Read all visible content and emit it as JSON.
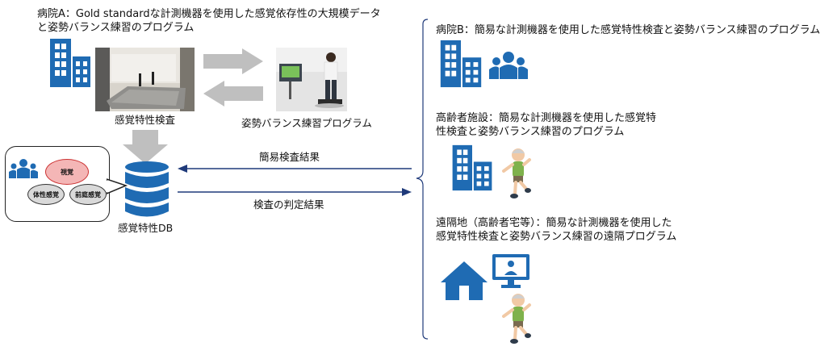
{
  "hospital_a": {
    "title_line1": "病院A：Gold standardな計測機器を使用した感覚依存性の大規模データ",
    "title_line2": "と姿勢バランス練習のプログラム",
    "photo_left_caption": "感覚特性検査",
    "photo_right_caption": "姿勢バランス練習プログラム"
  },
  "db": {
    "label": "感覚特性DB",
    "senses": {
      "visual": "視覚",
      "somatosensory": "体性感覚",
      "vestibular": "前庭感覚"
    }
  },
  "arrows": {
    "simple_result": "簡易検査結果",
    "judgement_result": "検査の判定結果"
  },
  "sites": [
    {
      "title_line1": "病院B：簡易な計測機器を使用した感覚特性検査と姿勢バランス練習のプログラム",
      "title_line2": ""
    },
    {
      "title_line1": "高齢者施設：簡易な計測機器を使用した感覚特",
      "title_line2": "性検査と姿勢バランス練習のプログラム"
    },
    {
      "title_line1": "遠隔地（高齢者宅等）：簡易な計測機器を使用した",
      "title_line2": "感覚特性検査と姿勢バランス練習の遠隔プログラム"
    }
  ],
  "colors": {
    "icon_blue": "#1f6bb3",
    "arrow_navy": "#1f3a7a",
    "gray_arrow": "#bfbfbf",
    "visual_fill": "#f4b6b6"
  }
}
